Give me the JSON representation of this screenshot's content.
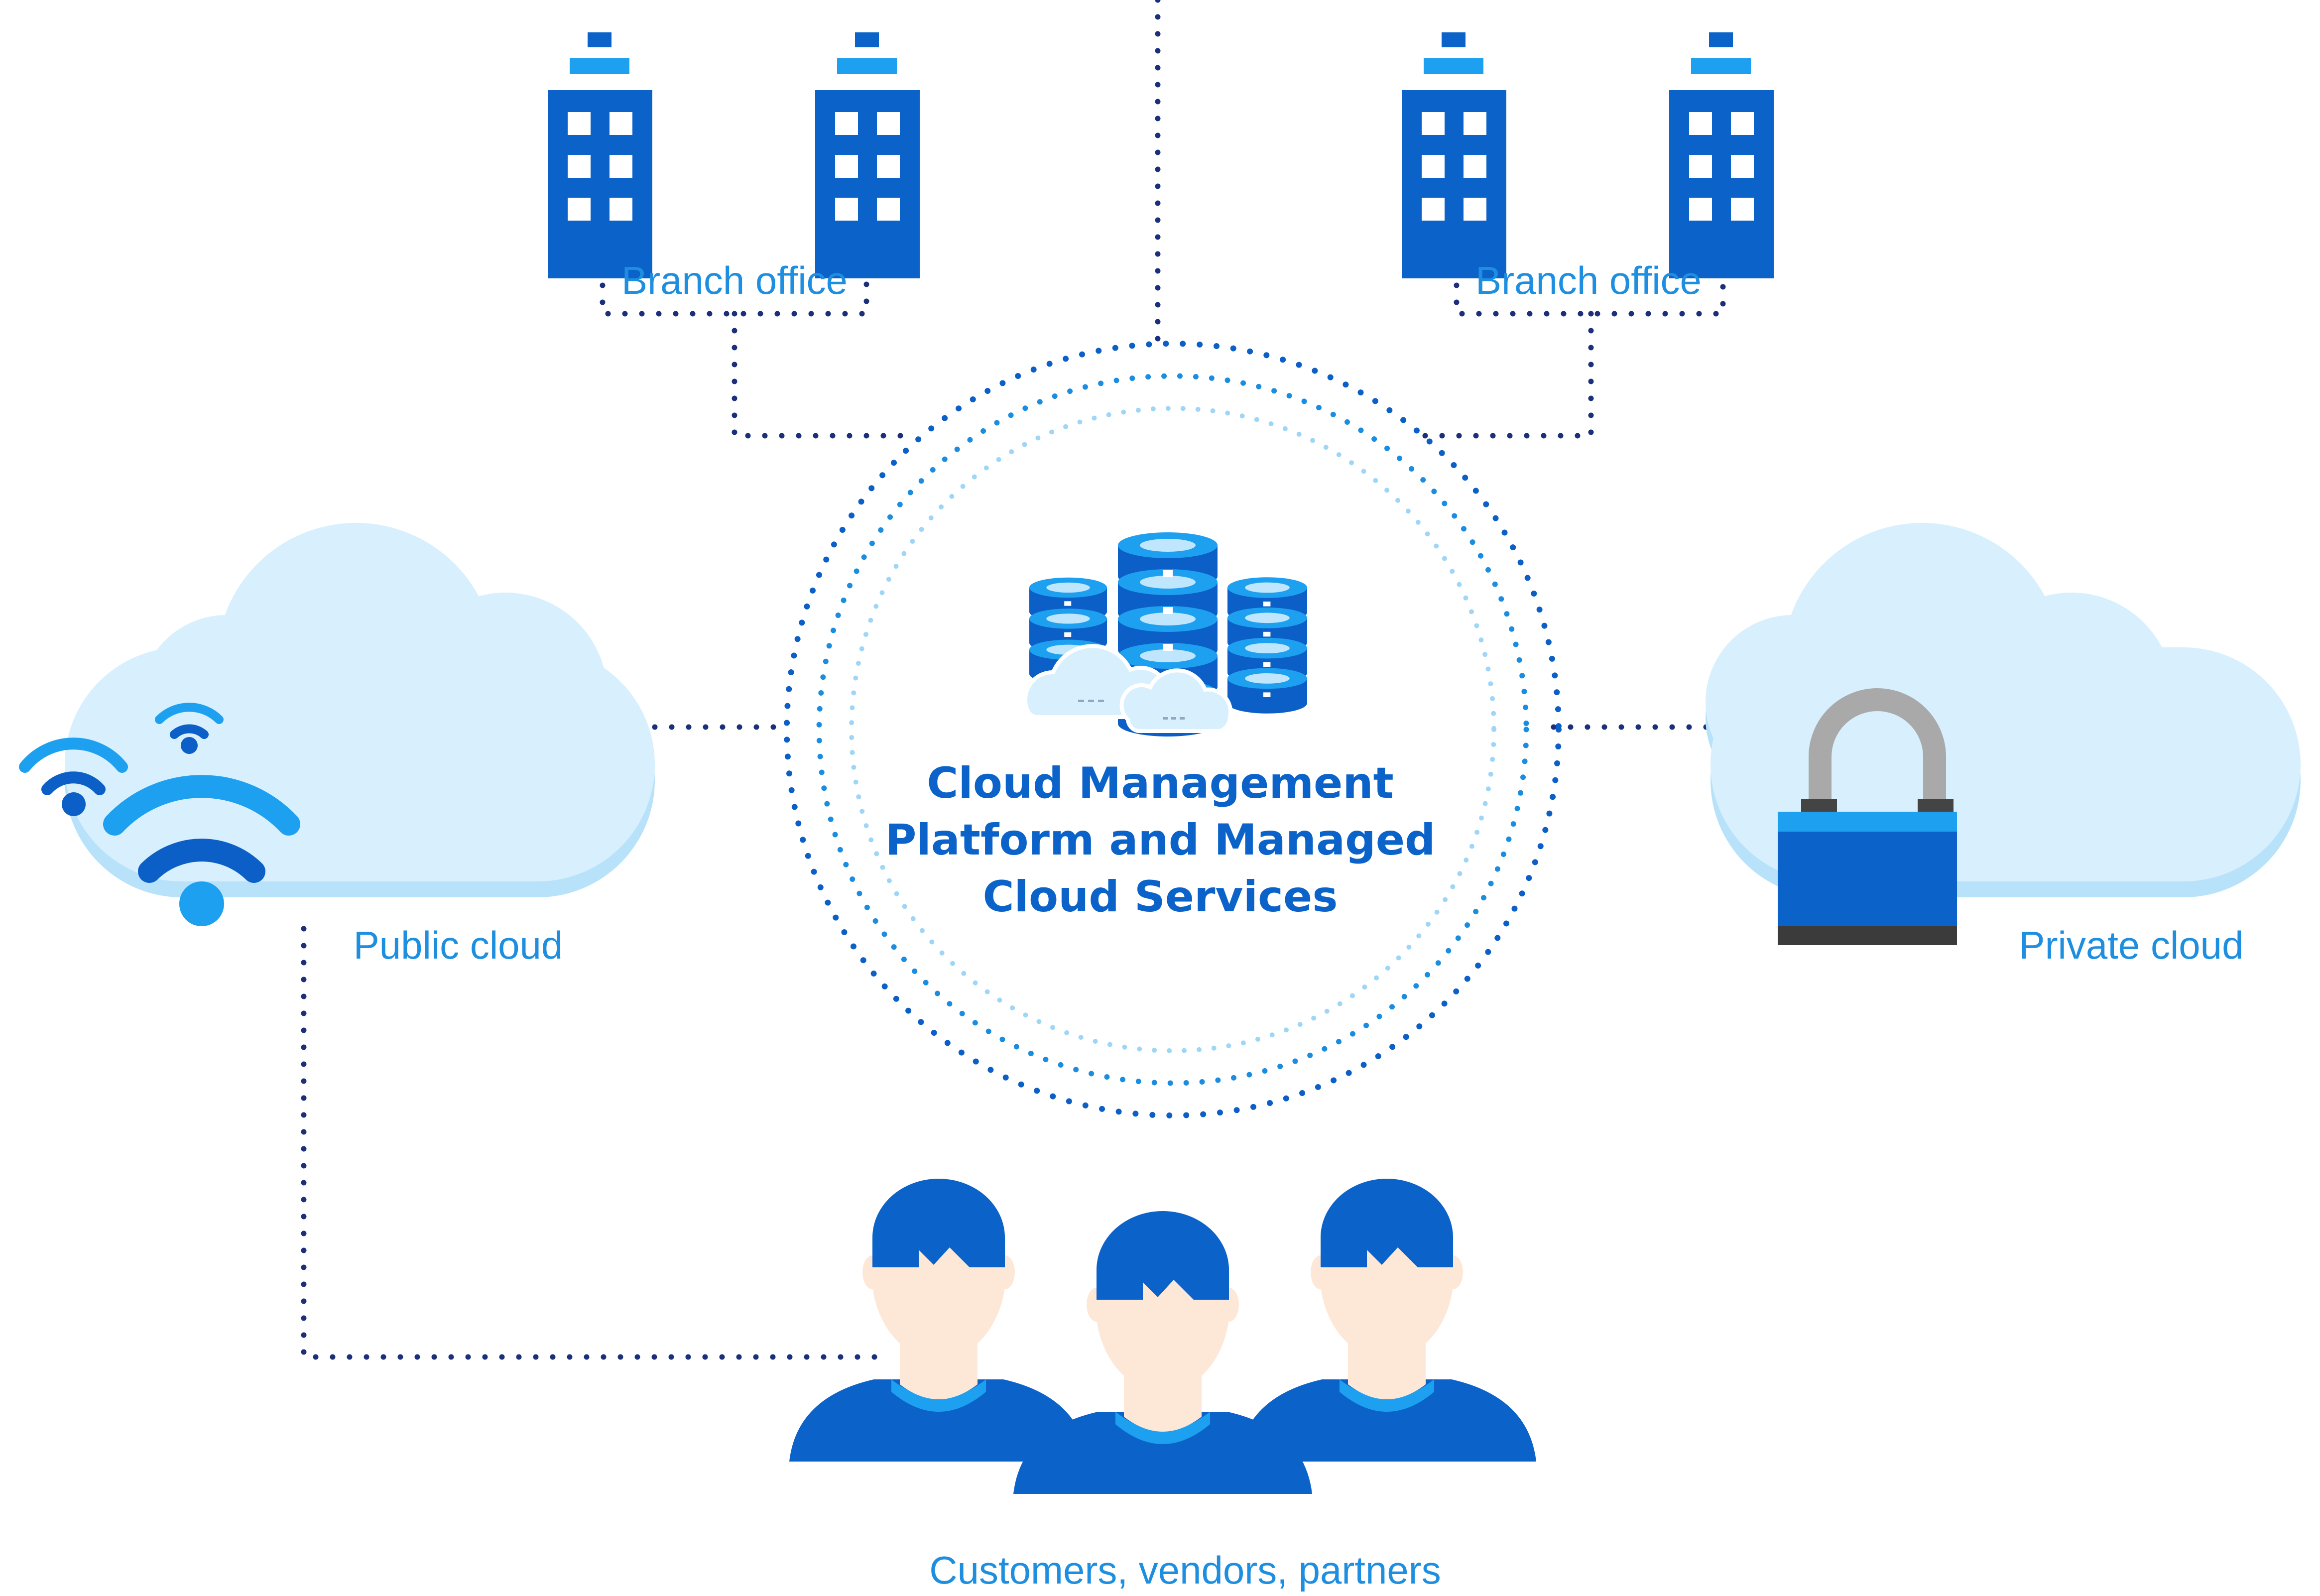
{
  "labels": {
    "branch_office_left": "Branch office",
    "branch_office_right": "Branch office",
    "public_cloud": "Public cloud",
    "private_cloud": "Private cloud",
    "customers": "Customers, vendors, partners"
  },
  "center": {
    "title_line1": "Cloud Management",
    "title_line2": "Platform and Managed",
    "title_line3": "Cloud Services"
  },
  "icons": {
    "buildings": "office-building-icon",
    "servers": "database-server-icon",
    "wifi": "wifi-icon",
    "lock": "padlock-icon",
    "people": "person-icon"
  },
  "colors": {
    "primary": "#0b63c9",
    "accent": "#1ea0f0",
    "cloud_fill": "#d8f0fd",
    "connector": "#1b2f7a",
    "skin": "#fde8d8"
  }
}
